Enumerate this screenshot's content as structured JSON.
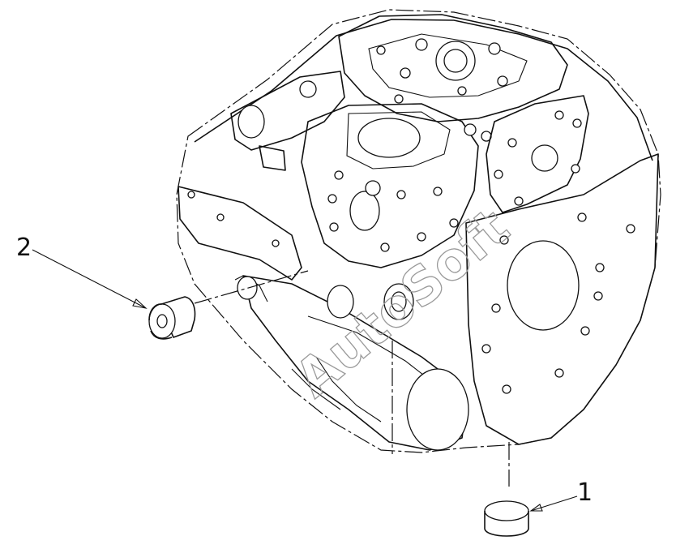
{
  "callouts": [
    {
      "number": "1",
      "part": "plug-part-1"
    },
    {
      "number": "2",
      "part": "plug-part-2"
    }
  ],
  "watermark": "AutoSoft",
  "colors": {
    "line": "#111111",
    "background": "#ffffff",
    "watermark": "#9a9a9a"
  }
}
